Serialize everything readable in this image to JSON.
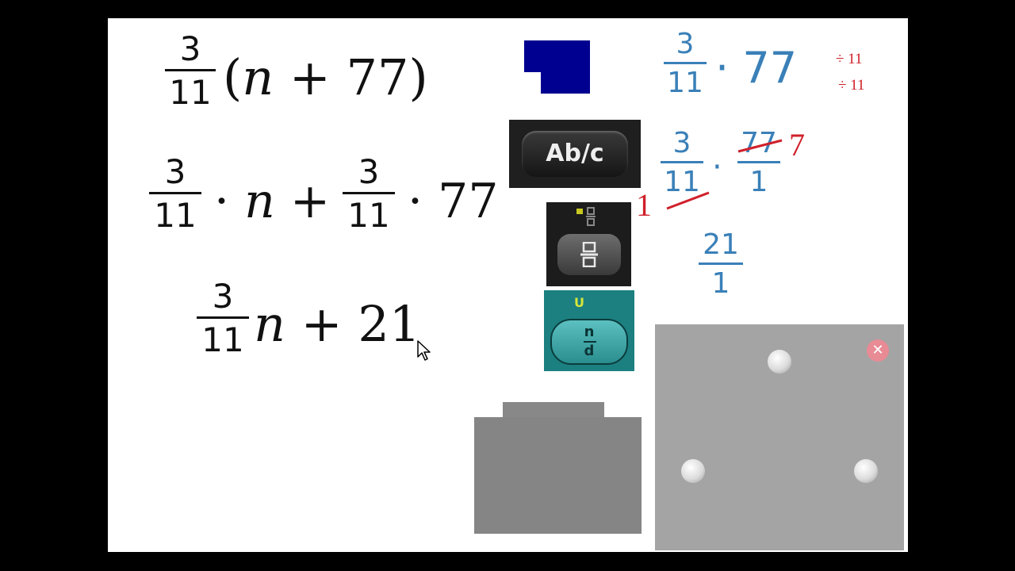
{
  "left_math": {
    "line1": {
      "num": "3",
      "den": "11",
      "open": "(",
      "var": "n",
      "plus": "+",
      "const": "77",
      "close": ")"
    },
    "line2": {
      "num1": "3",
      "den1": "11",
      "dot1": "·",
      "var": "n",
      "plus": "+",
      "num2": "3",
      "den2": "11",
      "dot2": "·",
      "const": "77"
    },
    "line3": {
      "num": "3",
      "den": "11",
      "var": "n",
      "plus": "+",
      "const": "21"
    }
  },
  "calculator_keys": {
    "abc_key_label": "Ab/c",
    "teal_key_shift_label": "U",
    "teal_key_num": "n",
    "teal_key_den": "d"
  },
  "right_math": {
    "step1": {
      "num": "3",
      "den": "11",
      "dot": "·",
      "const": "77"
    },
    "divide_notes": [
      "÷ 11",
      "÷ 11"
    ],
    "step2": {
      "num1": "3",
      "den1": "11",
      "dot": "·",
      "num2": "77",
      "den2": "1",
      "reduced_num": "7",
      "reduced_den": "1"
    },
    "step3": {
      "num": "21",
      "den": "1"
    }
  },
  "colors": {
    "slide_bg": "#ffffff",
    "black_math": "#111111",
    "blue_math": "#3a80b8",
    "red_annotation": "#d0202a",
    "navy_block": "#000090",
    "gray_panel": "#a4a4a4",
    "close_button": "#e88b95"
  },
  "icons": {
    "close": "close-icon",
    "pointer": "mouse-pointer-icon"
  }
}
